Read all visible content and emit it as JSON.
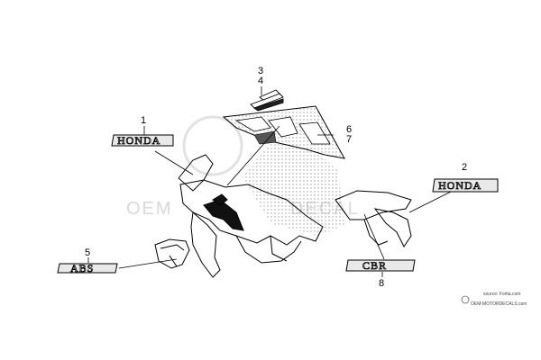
{
  "watermark": {
    "text_left": "OEM",
    "text_right": "DECAL"
  },
  "decals": {
    "honda_1": "HONDA",
    "honda_2": "HONDA",
    "abs": "ABS",
    "model": "CBR"
  },
  "callouts": [
    {
      "id": "c1",
      "label": "1"
    },
    {
      "id": "c2",
      "label": "2"
    },
    {
      "id": "c3",
      "label": "3"
    },
    {
      "id": "c4",
      "label": "4"
    },
    {
      "id": "c5",
      "label": "5"
    },
    {
      "id": "c6",
      "label": "6"
    },
    {
      "id": "c7",
      "label": "7"
    },
    {
      "id": "c8",
      "label": "8"
    }
  ],
  "source": {
    "line1": "source: Fortia.com",
    "line2": "OEM-MOTORDECALS.com"
  },
  "colors": {
    "line": "#000000",
    "dots": "#9a9a9a",
    "watermark": "#d9d9d9"
  }
}
